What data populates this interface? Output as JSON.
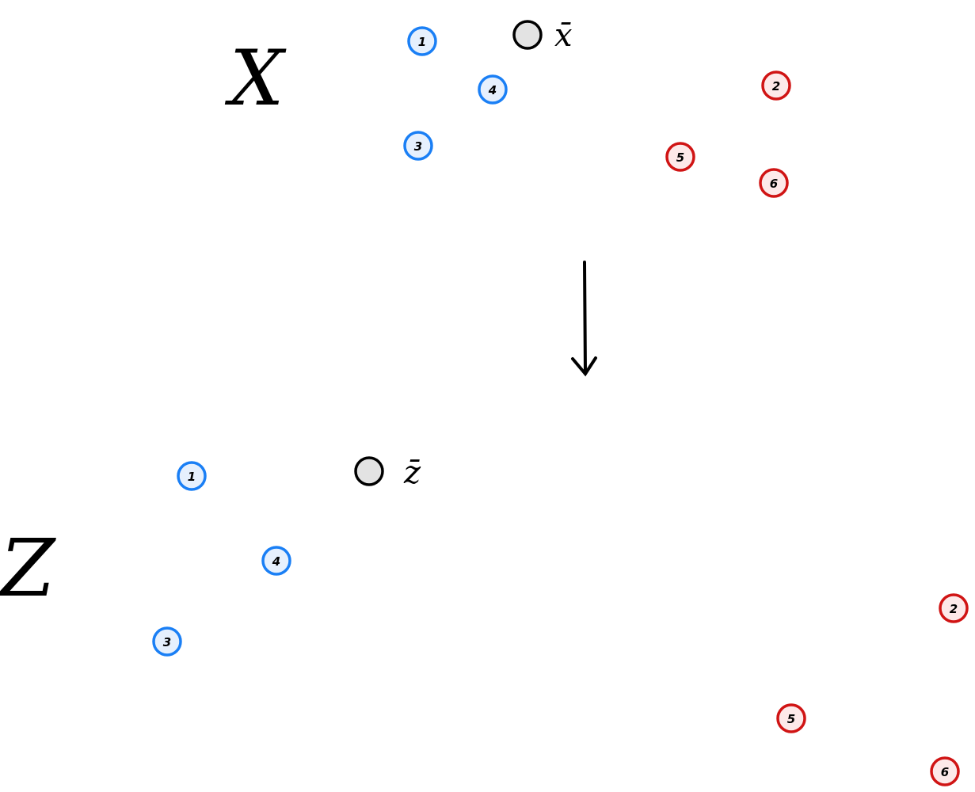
{
  "colors": {
    "class_a_stroke": "#1a7ff5",
    "class_a_fill": "#e6f0fd",
    "class_b_stroke": "#d01414",
    "class_b_fill": "#fde9e9",
    "mean_fill": "#e3e3e3",
    "ink": "#000000"
  },
  "top_space": {
    "label": "X",
    "mean_label": "x̄",
    "points": [
      "1",
      "4",
      "3",
      "2",
      "5",
      "6"
    ]
  },
  "bottom_space": {
    "label": "Z",
    "mean_label": "z̄",
    "points": [
      "1",
      "4",
      "3",
      "2",
      "5",
      "6"
    ]
  }
}
